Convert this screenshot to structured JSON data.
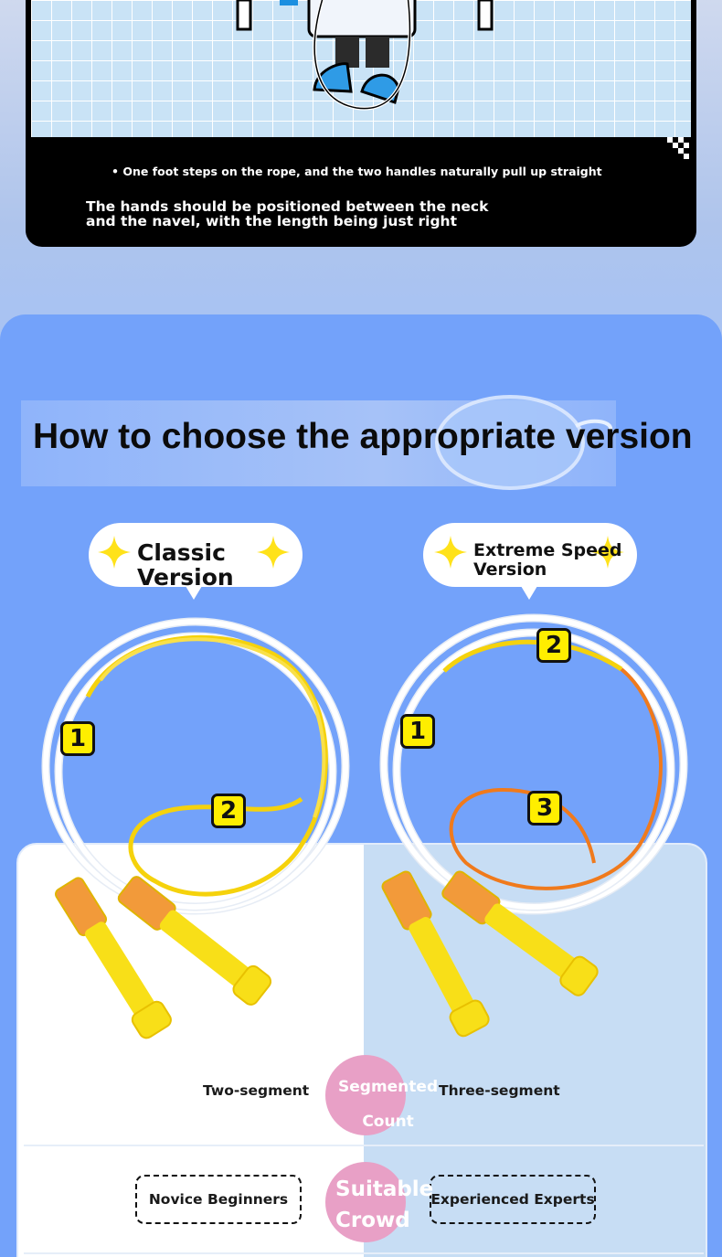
{
  "instructions": {
    "tip_foot": "One foot steps on the rope, and the two handles naturally pull up straight",
    "tip_hands": "The hands should be positioned between the neck\n and the navel, with the length being just right"
  },
  "section": {
    "heading": "How to choose the appropriate version"
  },
  "versions": [
    {
      "title": "Classic\n Version",
      "segment_count": "Two-segment",
      "suitable_crowd": "Novice Beginners",
      "segment_labels": [
        "1",
        "2"
      ]
    },
    {
      "title": "Extreme Speed\n Version",
      "segment_count": "Three-segment",
      "suitable_crowd": "Experienced Experts",
      "segment_labels": [
        "2",
        "1",
        "3"
      ]
    }
  ],
  "comparison": {
    "segment_label": "Segmented\nCount",
    "crowd_label": "Suitable\nCrowd"
  },
  "colors": {
    "card_blue": "#73a2fa",
    "rope_yellow": "#f5d20c",
    "rope_orange": "#f07a1c",
    "handle_orange": "#f29a3a",
    "badge_yellow": "#ffee00",
    "label_pink": "#e8a0c6"
  }
}
